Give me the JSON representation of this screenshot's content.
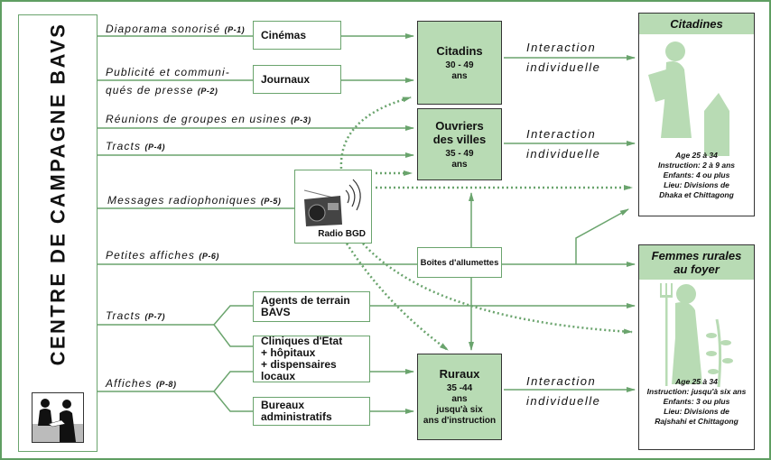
{
  "centre": {
    "title": "CENTRE DE CAMPAGNE BAVS",
    "illustration": "meeting-illustration"
  },
  "channels": [
    {
      "label": "Diaporama sonorisé",
      "code": "(P-1)"
    },
    {
      "label": "Publicité et communi-",
      "label2": "qués de presse",
      "code": "(P-2)"
    },
    {
      "label": "Réunions de groupes en usines",
      "code": "(P-3)"
    },
    {
      "label": "Tracts",
      "code": "(P-4)"
    },
    {
      "label": "Messages radiophoniques",
      "code": "(P-5)"
    },
    {
      "label": "Petites affiches",
      "code": "(P-6)"
    },
    {
      "label": "Tracts",
      "code": "(P-7)"
    },
    {
      "label": "Affiches",
      "code": "(P-8)"
    }
  ],
  "media": {
    "cinemas": "Cinémas",
    "journaux": "Journaux",
    "radio": "Radio BGD",
    "allumettes": "Boîtes d'allumettes",
    "agents": [
      "Agents de terrain",
      "BAVS"
    ],
    "cliniques": [
      "Cliniques d'Etat",
      "+ hôpitaux",
      "+ dispensaires locaux"
    ],
    "bureaux": "Bureaux administratifs"
  },
  "targets": {
    "citadins": {
      "title": "Citadins",
      "age": "30 - 49",
      "unit": "ans"
    },
    "ouvriers": {
      "title1": "Ouvriers",
      "title2": "des villes",
      "age": "35 - 49",
      "unit": "ans"
    },
    "ruraux": {
      "title": "Ruraux",
      "age": "35 -44",
      "unit": "ans",
      "edu1": "jusqu'à six",
      "edu2": "ans d'instruction"
    }
  },
  "interaction": {
    "line1": "Interaction",
    "line2": "individuelle"
  },
  "personas": {
    "citadines": {
      "title": "Citadines",
      "age": "Age 25 à 34",
      "instruction": "Instruction: 2 à 9 ans",
      "enfants": "Enfants: 4 ou plus",
      "lieu1": "Lieu: Divisions de",
      "lieu2": "Dhaka et Chittagong"
    },
    "rurales": {
      "title1": "Femmes rurales",
      "title2": "au foyer",
      "age": "Age 25 à 34",
      "instruction": "Instruction: jusqu'à six ans",
      "enfants": "Enfants: 3 ou plus",
      "lieu1": "Lieu: Divisions de",
      "lieu2": "Rajshahi et Chittagong"
    }
  },
  "colors": {
    "line": "#6aa46d",
    "fill": "#b8dbb4",
    "frame": "#5f9e62"
  }
}
